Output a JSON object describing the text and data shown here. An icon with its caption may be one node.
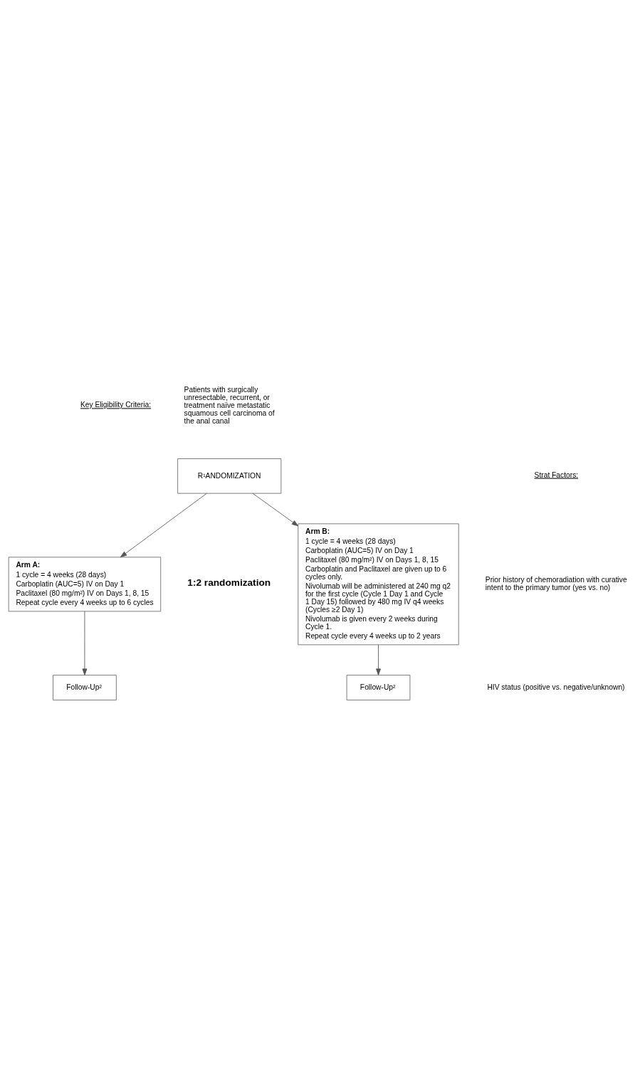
{
  "diagram": {
    "nodes": [
      {
        "text": [
          "R¹ANDOMIZATION"
        ]
      },
      {
        "text": [
          "Arm A:",
          "1 cycle = 4 weeks (28 days)",
          "Carboplatin (AUC=5) IV on Day 1",
          "Paclitaxel (80 mg/m²) IV on Days 1, 8, 15",
          "Repeat cycle every 4 weeks up to 6 cycles"
        ]
      },
      {
        "text": [
          "Arm B:",
          "1 cycle = 4 weeks (28 days)",
          "Carboplatin (AUC=5) IV on Day 1",
          "Paclitaxel (80 mg/m²) IV on Days 1, 8, 15",
          "Carboplatin and Paclitaxel are given up to 6 cycles only.",
          "Nivolumab will be administered at 240 mg q2 for the first cycle (Cycle 1 Day 1 and Cycle 1 Day 15) followed by 480 mg IV q4 weeks (Cycles ≥2 Day 1)",
          "Nivolumab is given every 2 weeks during Cycle 1.",
          "Repeat cycle every 4 weeks up to 2 years"
        ]
      },
      {
        "text": [
          "Follow-Up²"
        ]
      },
      {
        "text": [
          "Follow-Up²"
        ]
      }
    ],
    "edges": [
      {
        "from": 0,
        "to": 1,
        "arrow": "to"
      },
      {
        "from": 0,
        "to": 2,
        "arrow": "to"
      },
      {
        "from": 1,
        "to": 3,
        "arrow": "to"
      },
      {
        "from": 2,
        "to": 4,
        "arrow": "to"
      }
    ],
    "labels": [
      "Key Eligibility Criteria:",
      "Patients with surgically unresectable, recurrent, or treatment naïve metastatic squamous cell carcinoma of the anal canal",
      "Strat Factors:",
      "Prior history of chemoradiation with curative intent to the primary tumor (yes vs. no)",
      "HIV status (positive vs. negative/unknown)",
      "1:2 randomization"
    ]
  }
}
